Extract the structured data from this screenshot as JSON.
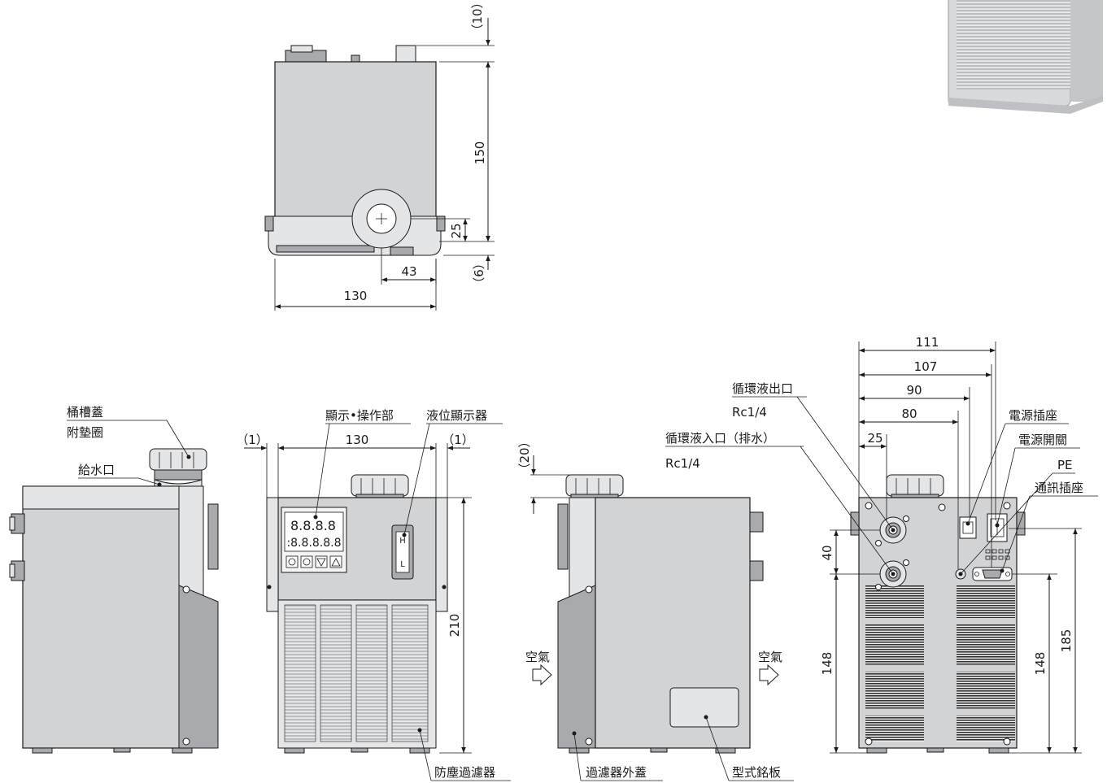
{
  "dimensions": {
    "top_view": {
      "d10": "（10）",
      "d150": "150",
      "d25": "25",
      "d6": "（6）",
      "d43": "43",
      "d130": "130"
    },
    "front_view": {
      "d1_left": "（1）",
      "d130": "130",
      "d1_right": "（1）",
      "d210": "210"
    },
    "right_side_view": {
      "d20": "（20）"
    },
    "rear_view": {
      "d111": "111",
      "d107": "107",
      "d90": "90",
      "d80": "80",
      "d25": "25",
      "d40": "40",
      "d148_left": "148",
      "d148_right": "148",
      "d185": "185"
    }
  },
  "labels": {
    "tank_cap": "桶槽蓋",
    "with_gasket": "附墊圈",
    "fill_port": "給水口",
    "display_panel": "顯示•操作部",
    "level_gauge": "液位顯示器",
    "dust_filter": "防塵過濾器",
    "filter_cover": "過濾器外蓋",
    "nameplate": "型式銘板",
    "air_in": "空氣",
    "air_out": "空氣",
    "outlet": "循環液出口",
    "outlet_thread": "Rc1/4",
    "inlet": "循環液入口（排水）",
    "inlet_thread": "Rc1/4",
    "power_socket": "電源插座",
    "power_switch": "電源開關",
    "pe": "PE",
    "comm_socket": "通訊插座"
  },
  "panel": {
    "level_h": "H",
    "level_l": "L",
    "display_top": "8.8.8.8",
    "display_bottom": ":8.8.8.8.8"
  },
  "colors": {
    "body": "#d2d3d5",
    "dark": "#a9aaad",
    "line": "#1a1a1a"
  }
}
